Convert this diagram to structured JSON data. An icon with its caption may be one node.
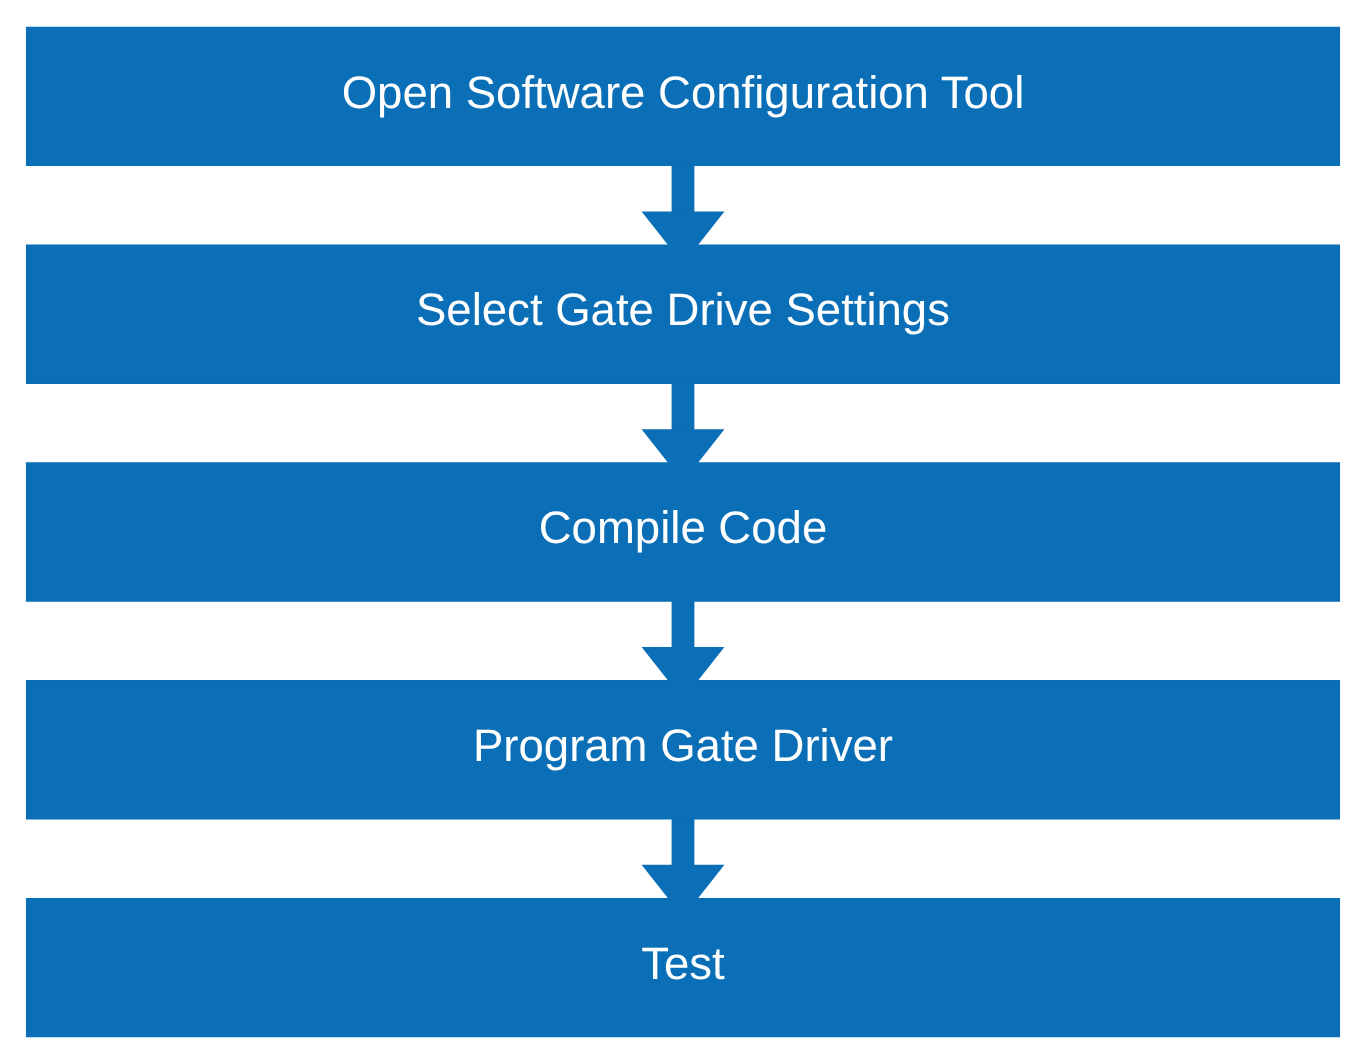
{
  "diagram": {
    "nodes": [
      {
        "text": [
          "Open Software Configuration Tool"
        ]
      },
      {
        "text": [
          "Select Gate Drive Settings"
        ]
      },
      {
        "text": [
          "Compile Code"
        ]
      },
      {
        "text": [
          "Program Gate Driver"
        ]
      },
      {
        "text": [
          "Test"
        ]
      }
    ],
    "edges": [
      {
        "from": 0,
        "to": 1,
        "arrow": "to"
      },
      {
        "from": 1,
        "to": 2,
        "arrow": "to"
      },
      {
        "from": 2,
        "to": 3,
        "arrow": "to"
      },
      {
        "from": 3,
        "to": 4,
        "arrow": "to"
      }
    ]
  }
}
